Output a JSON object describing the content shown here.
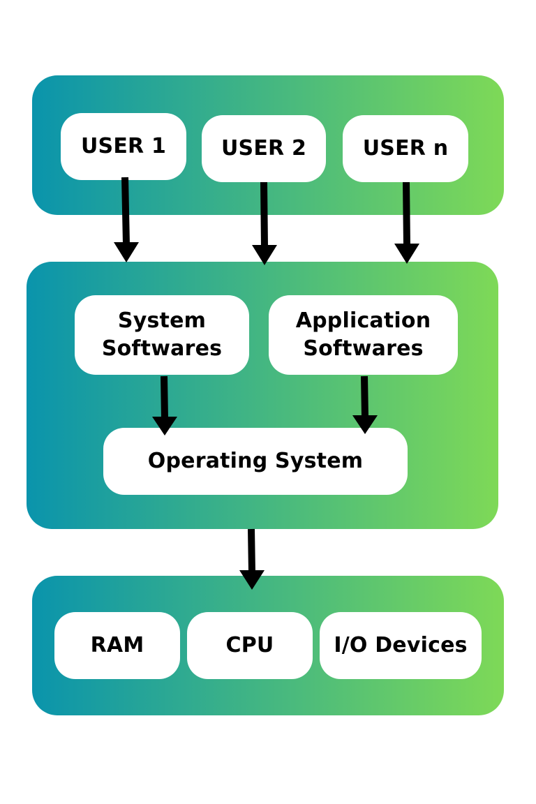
{
  "colors": {
    "gradient_start": "#0a94ac",
    "gradient_end": "#7ed957",
    "box_fill": "#ffffff",
    "text": "#000000",
    "arrow": "#000000"
  },
  "users": {
    "user_1": "USER 1",
    "user_2": "USER 2",
    "user_n": "USER n"
  },
  "software": {
    "system_softwares": [
      "System",
      "Softwares"
    ],
    "application_softwares": [
      "Application",
      "Softwares"
    ],
    "operating_system": "Operating System"
  },
  "hardware": {
    "ram": "RAM",
    "cpu": "CPU",
    "io_devices": "I/O Devices"
  }
}
